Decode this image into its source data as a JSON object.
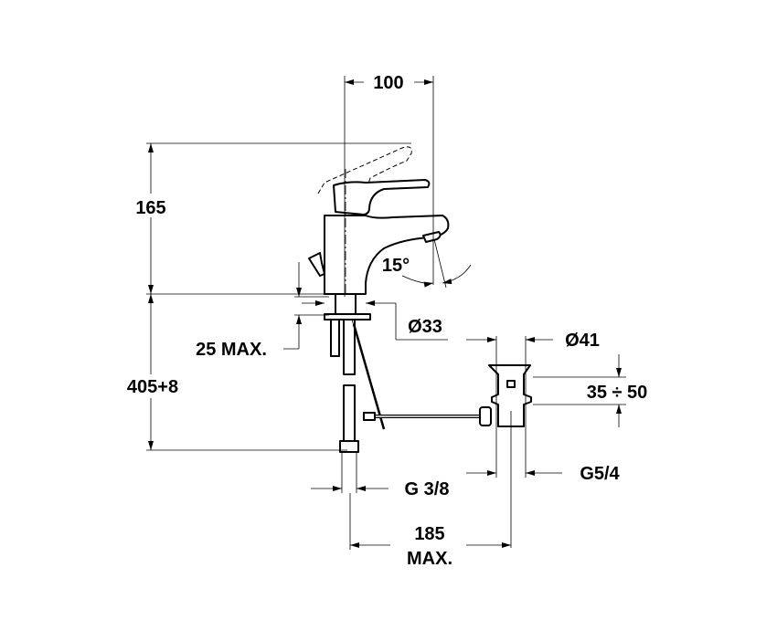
{
  "drawing": {
    "dimensions": {
      "spout_reach": "100",
      "height_above_deck": "165",
      "supply_hose_length": "405+8",
      "deck_thickness": "25 MAX.",
      "base_diameter": "Ø33",
      "drain_diameter": "Ø41",
      "drain_height_range": "35 ÷ 50",
      "drain_thread": "G5/4",
      "supply_thread": "G 3/8",
      "rod_distance_value": "185",
      "rod_distance_note": "MAX.",
      "handle_angle": "15°"
    }
  }
}
